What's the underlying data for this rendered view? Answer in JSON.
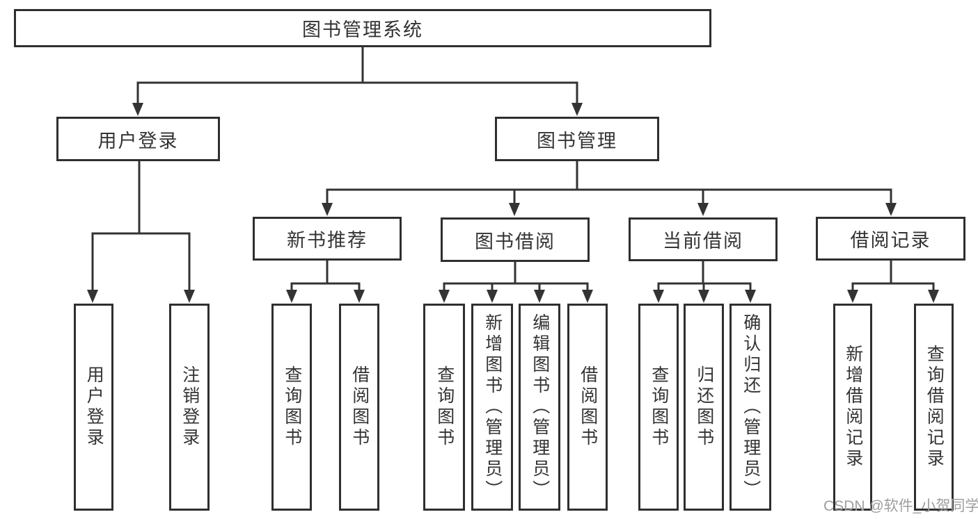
{
  "colors": {
    "line": "#333333",
    "box_border": "#2f2f2f",
    "text": "#333333",
    "watermark": "#9e9e9e",
    "background": "#ffffff"
  },
  "tree": {
    "root": {
      "label": "图书管理系统"
    },
    "branches": [
      {
        "label": "用户登录",
        "children": [
          {
            "label": "用户登录"
          },
          {
            "label": "注销登录"
          }
        ]
      },
      {
        "label": "图书管理",
        "children": [
          {
            "label": "新书推荐",
            "children": [
              {
                "label": "查询图书"
              },
              {
                "label": "借阅图书"
              }
            ]
          },
          {
            "label": "图书借阅",
            "children": [
              {
                "label": "查询图书"
              },
              {
                "label": "新增图书（管理员）"
              },
              {
                "label": "编辑图书（管理员）"
              },
              {
                "label": "借阅图书"
              }
            ]
          },
          {
            "label": "当前借阅",
            "children": [
              {
                "label": "查询图书"
              },
              {
                "label": "归还图书"
              },
              {
                "label": "确认归还（管理员）"
              }
            ]
          },
          {
            "label": "借阅记录",
            "children": [
              {
                "label": "新增借阅记录"
              },
              {
                "label": "查询借阅记录"
              }
            ]
          }
        ]
      }
    ]
  },
  "watermark": "CSDN @软件_小贺同学"
}
